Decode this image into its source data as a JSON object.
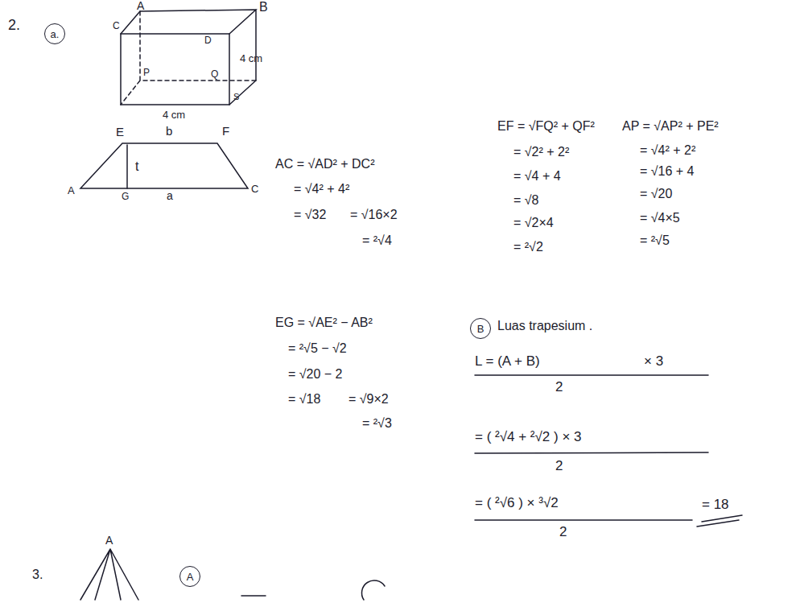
{
  "diagram": {
    "nodes": [
      {
        "text": [
          "a."
        ]
      },
      {
        "text": [
          "B"
        ]
      },
      {
        "text": [
          "A"
        ]
      }
    ],
    "labels": [
      "2.",
      "A",
      "B",
      "C",
      "D",
      "P",
      "Q",
      "S",
      "4 cm",
      "4 cm",
      "E",
      "b",
      "F",
      "t",
      "A",
      "G",
      "a",
      "C",
      "AC = √AD² + DC²",
      "= √4² + 4²",
      "= √32",
      "= √16×2",
      "= ²√4",
      "EF = √FQ² + QF²",
      "= √2² + 2²",
      "= √4 + 4",
      "= √8",
      "= √2×4",
      "= ²√2",
      "AP = √AP² + PE²",
      "= √4² + 2²",
      "= √16 + 4",
      "= √20",
      "= √4×5",
      "= ²√5",
      "EG = √AE² − AB²",
      "= ²√5 − √2",
      "= √20 − 2",
      "= √18",
      "= √9×2",
      "= ²√3",
      "Luas trapesium .",
      "L = (A + B)",
      "× 3",
      "2",
      "= ( ²√4 + ²√2 ) × 3",
      "2",
      "= ( ²√6 ) × ³√2",
      "2",
      "= 18",
      "3.",
      "A"
    ]
  }
}
